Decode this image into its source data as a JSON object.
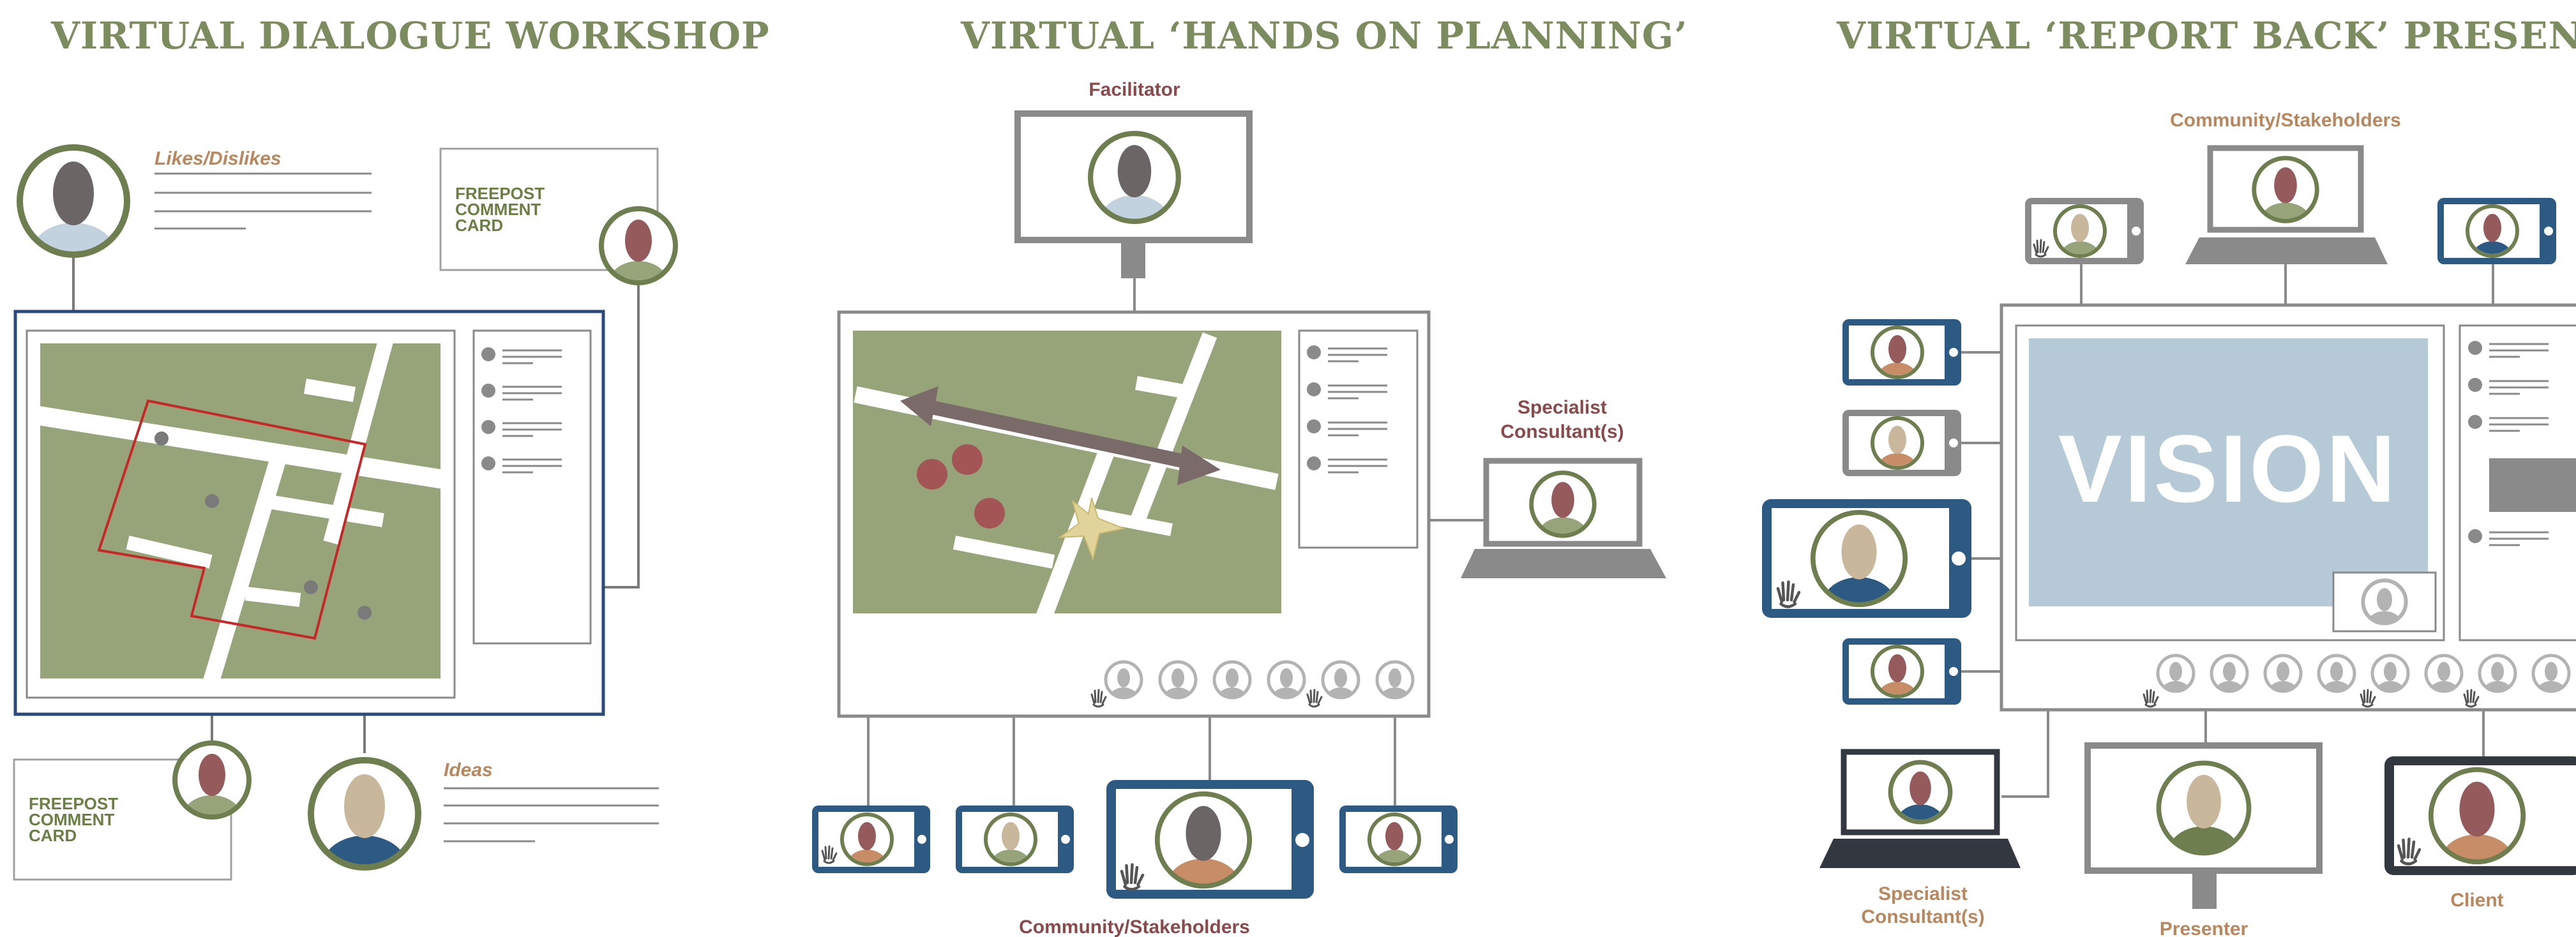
{
  "panels": [
    {
      "title": "VIRTUAL DIALOGUE WORKSHOP"
    },
    {
      "title": "VIRTUAL ‘HANDS ON PLANNING’"
    },
    {
      "title": "VIRTUAL ‘REPORT BACK’ PRESENTATION"
    }
  ],
  "workshop": {
    "likes_label": "Likes/Dislikes",
    "ideas_label": "Ideas",
    "card_lines": [
      "FREEPOST",
      "COMMENT",
      "CARD"
    ]
  },
  "planning": {
    "facilitator_label": "Facilitator",
    "specialist_label_lines": [
      "Specialist",
      "Consultant(s)"
    ],
    "community_label": "Community/Stakeholders"
  },
  "report": {
    "community_label": "Community/Stakeholders",
    "vision_text": "VISION",
    "specialist_label_lines": [
      "Specialist",
      "Consultant(s)"
    ],
    "presenter_label": "Presenter",
    "client_label": "Client"
  },
  "colors": {
    "title_green": "#7d8c5f",
    "map_green": "#97a47a",
    "frame_blue": "#2b4a7a",
    "device_blue": "#2d5a82",
    "device_grey": "#808080",
    "device_dark": "#333840",
    "label_maroon": "#8a4a4c",
    "label_tan": "#b8875e",
    "avatar_ring": "#6e7e4e",
    "vision_bg": "#b5cad6"
  },
  "icons": [
    "person-avatar-icon",
    "hand-raise-icon",
    "star-marker-icon",
    "double-arrow-icon"
  ]
}
